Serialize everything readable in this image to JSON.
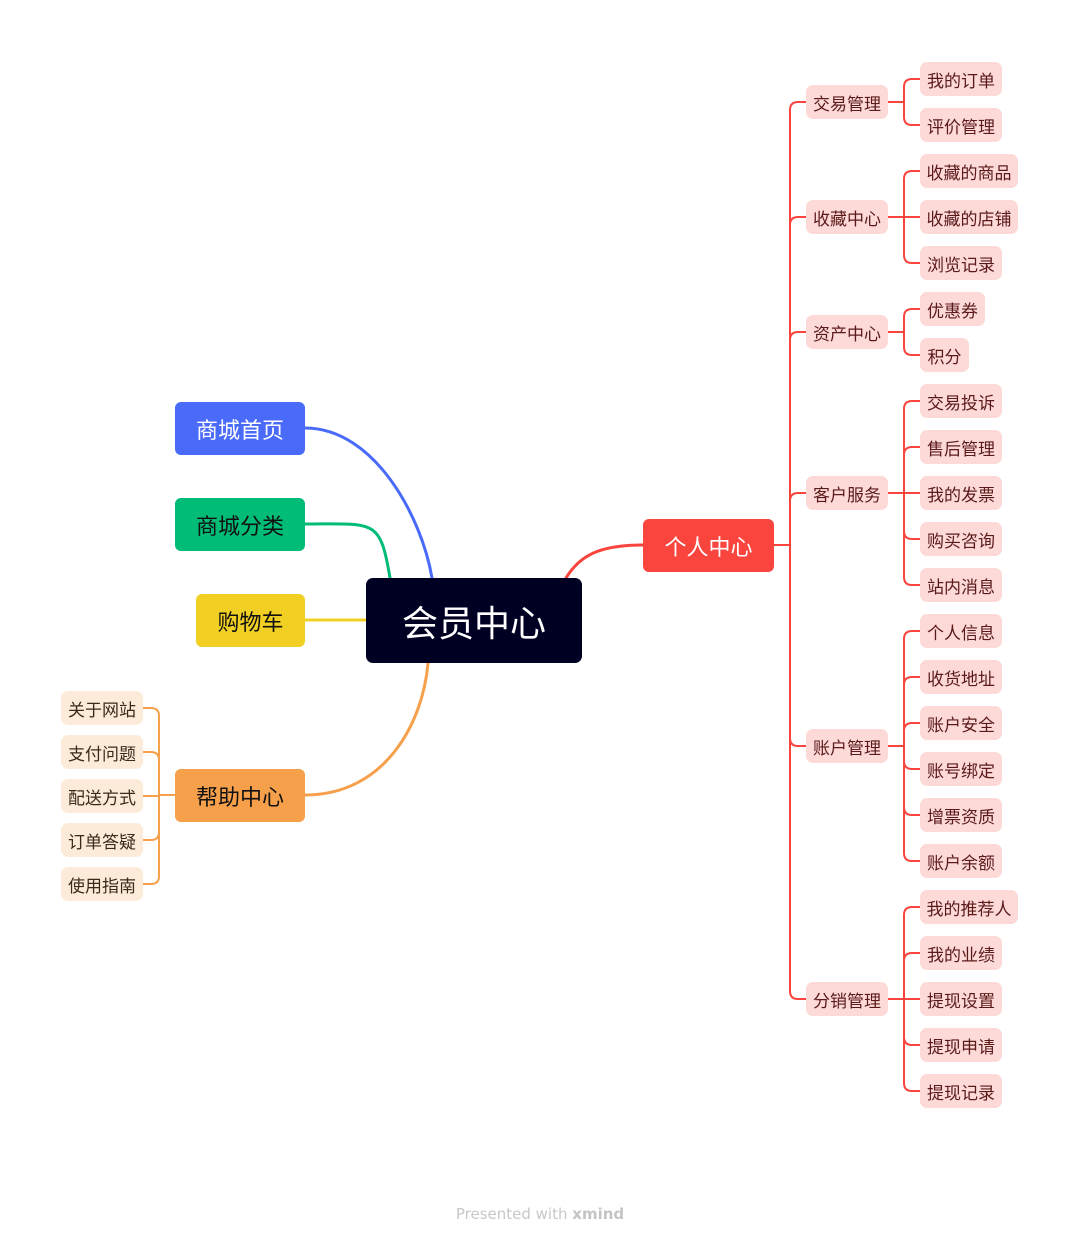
{
  "root": {
    "label": "会员中心",
    "bg": "#000022",
    "color": "#ffffff"
  },
  "left_branches": [
    {
      "label": "商城首页",
      "color": "#4A6BFA",
      "text_color": "#ffffff",
      "children": []
    },
    {
      "label": "商城分类",
      "color": "#00BC77",
      "text_color": "#111111",
      "children": []
    },
    {
      "label": "购物车",
      "color": "#F2D023",
      "text_color": "#111111",
      "children": []
    },
    {
      "label": "帮助中心",
      "color": "#F7A04B",
      "text_color": "#111111",
      "child_bg": "#FDEBD9",
      "child_text": "#3a2a1a",
      "children": [
        "关于网站",
        "支付问题",
        "配送方式",
        "订单答疑",
        "使用指南"
      ]
    }
  ],
  "right_branch": {
    "label": "个人中心",
    "color": "#F9453E",
    "text_color": "#ffffff",
    "child_bg": "#FDD9D7",
    "child_text": "#5a1a1a",
    "groups": [
      {
        "label": "交易管理",
        "children": [
          "我的订单",
          "评价管理"
        ]
      },
      {
        "label": "收藏中心",
        "children": [
          "收藏的商品",
          "收藏的店铺",
          "浏览记录"
        ]
      },
      {
        "label": "资产中心",
        "children": [
          "优惠券",
          "积分"
        ]
      },
      {
        "label": "客户服务",
        "children": [
          "交易投诉",
          "售后管理",
          "我的发票",
          "购买咨询",
          "站内消息"
        ]
      },
      {
        "label": "账户管理",
        "children": [
          "个人信息",
          "收货地址",
          "账户安全",
          "账号绑定",
          "增票资质",
          "账户余额"
        ]
      },
      {
        "label": "分销管理",
        "children": [
          "我的推荐人",
          "我的业绩",
          "提现设置",
          "提现申请",
          "提现记录"
        ]
      }
    ]
  },
  "footer": {
    "prefix": "Presented with",
    "brand": "xmind"
  }
}
